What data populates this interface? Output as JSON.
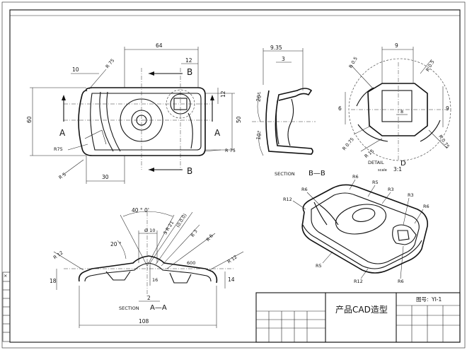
{
  "front_view": {
    "labels": {
      "a_left": "A",
      "a_right": "A",
      "b_top": "B",
      "b_bottom": "B"
    },
    "dims": {
      "w64": "64",
      "w12": "12",
      "w10": "10",
      "w30": "30",
      "h60": "60",
      "h50": "50",
      "v12": "12",
      "r75a": "R 75",
      "r75b": "R75",
      "r75c": "R 75",
      "r5": "R 5"
    }
  },
  "side_view": {
    "title": "SECTION",
    "title_letters": "B—B",
    "dims": {
      "d935": "9.35",
      "d3": "3",
      "a20": "20°",
      "a10": "10°"
    }
  },
  "detail_view": {
    "title": "DETAIL",
    "letter": "D",
    "scale_label": "scale",
    "scale_value": "3:1",
    "dims": {
      "d9top": "9",
      "d6": "6",
      "d9right": "9",
      "d8": "8",
      "r05a": "R 0.5",
      "r05b": "R 0.5",
      "r075a": "R 0.75",
      "r075b": "R 0.75",
      "r15": "R 15"
    }
  },
  "iso_view": {
    "labels": {
      "r6a": "R6",
      "r6b": "R6",
      "r6c": "R6",
      "r6d": "R6",
      "r5a": "R5",
      "r5b": "R5",
      "r3a": "R3",
      "r3b": "R3",
      "r12a": "R12",
      "r12b": "R12"
    }
  },
  "section_view": {
    "title": "SECTION",
    "title_letters": "A—A",
    "dims": {
      "angle40": "40 ° 0'",
      "a20": "20 °",
      "d10": "Ø 10",
      "sr21": "S R 21",
      "pt": "(0.0.0)",
      "r3": "R 3",
      "r6": "R 6",
      "r12a": "R 12",
      "r12b": "R 12",
      "h18": "18",
      "h16": "16",
      "h14": "14",
      "d2": "2",
      "w108": "108",
      "d600": "600"
    }
  },
  "title_block": {
    "drawing_no_label": "图号:",
    "drawing_no": "YI-1",
    "part_name": "产品CAD造型"
  },
  "left_strip": {
    "mark": "×"
  }
}
